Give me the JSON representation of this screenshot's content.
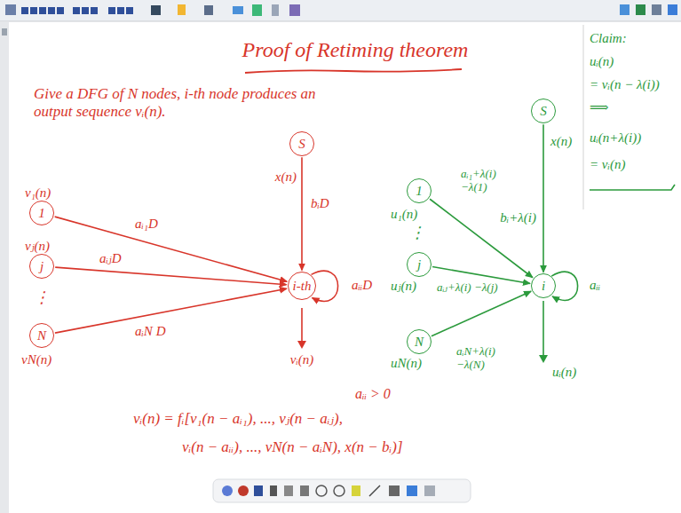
{
  "diagram": {
    "title": "Proof of Retiming theorem",
    "nodes": [
      {
        "text": [
          "S"
        ]
      },
      {
        "text": [
          "1"
        ]
      },
      {
        "text": [
          "j"
        ]
      },
      {
        "text": [
          "N"
        ]
      },
      {
        "text": [
          "i-th"
        ]
      },
      {
        "text": [
          "S"
        ]
      },
      {
        "text": [
          "1"
        ]
      },
      {
        "text": [
          "j"
        ]
      },
      {
        "text": [
          "N"
        ]
      },
      {
        "text": [
          "i"
        ]
      }
    ],
    "edges": [
      {
        "from": 0,
        "to": 4,
        "label": "bᵢD",
        "arrow": "to"
      },
      {
        "from": 1,
        "to": 4,
        "label": "aᵢ₁D",
        "arrow": "to"
      },
      {
        "from": 2,
        "to": 4,
        "label": "aᵢⱼD",
        "arrow": "to"
      },
      {
        "from": 3,
        "to": 4,
        "label": "aᵢN D",
        "arrow": "to"
      },
      {
        "from": 4,
        "to": 4,
        "label": "aᵢᵢD",
        "arrow": "to"
      },
      {
        "from": 5,
        "to": 9,
        "label": "bᵢ+λ(i)",
        "arrow": "to"
      },
      {
        "from": 6,
        "to": 9,
        "label": "aᵢ₁+λ(i) −λ(1)",
        "arrow": "to"
      },
      {
        "from": 7,
        "to": 9,
        "label": "aᵢⱼ+λ(i) −λ(j)",
        "arrow": "to"
      },
      {
        "from": 8,
        "to": 9,
        "label": "aᵢN+λ(i) −λ(N)",
        "arrow": "to"
      },
      {
        "from": 9,
        "to": 9,
        "label": "aᵢᵢ",
        "arrow": "to"
      }
    ],
    "labels": [
      "Give a DFG of N nodes, i-th node produces an output sequence vᵢ(n).",
      "x(n)",
      "v₁(n)",
      "vⱼ(n)",
      "⋮",
      "vN(n)",
      "vᵢ(n)",
      "aᵢᵢ > 0",
      "vᵢ(n) = fᵢ[v₁(n − aᵢ₁), ..., vⱼ(n − aᵢⱼ),",
      "vᵢ(n − aᵢᵢ), ..., vN(n − aᵢN), x(n − bᵢ)]",
      "x(n)",
      "u₁(n)",
      "⋮",
      "uⱼ(n)",
      "uN(n)",
      "uᵢ(n)",
      "Claim:",
      "uᵢ(n)",
      "= vᵢ(n − λ(i))",
      "⟹",
      "uᵢ(n+λ(i))",
      "= vᵢ(n)"
    ]
  }
}
